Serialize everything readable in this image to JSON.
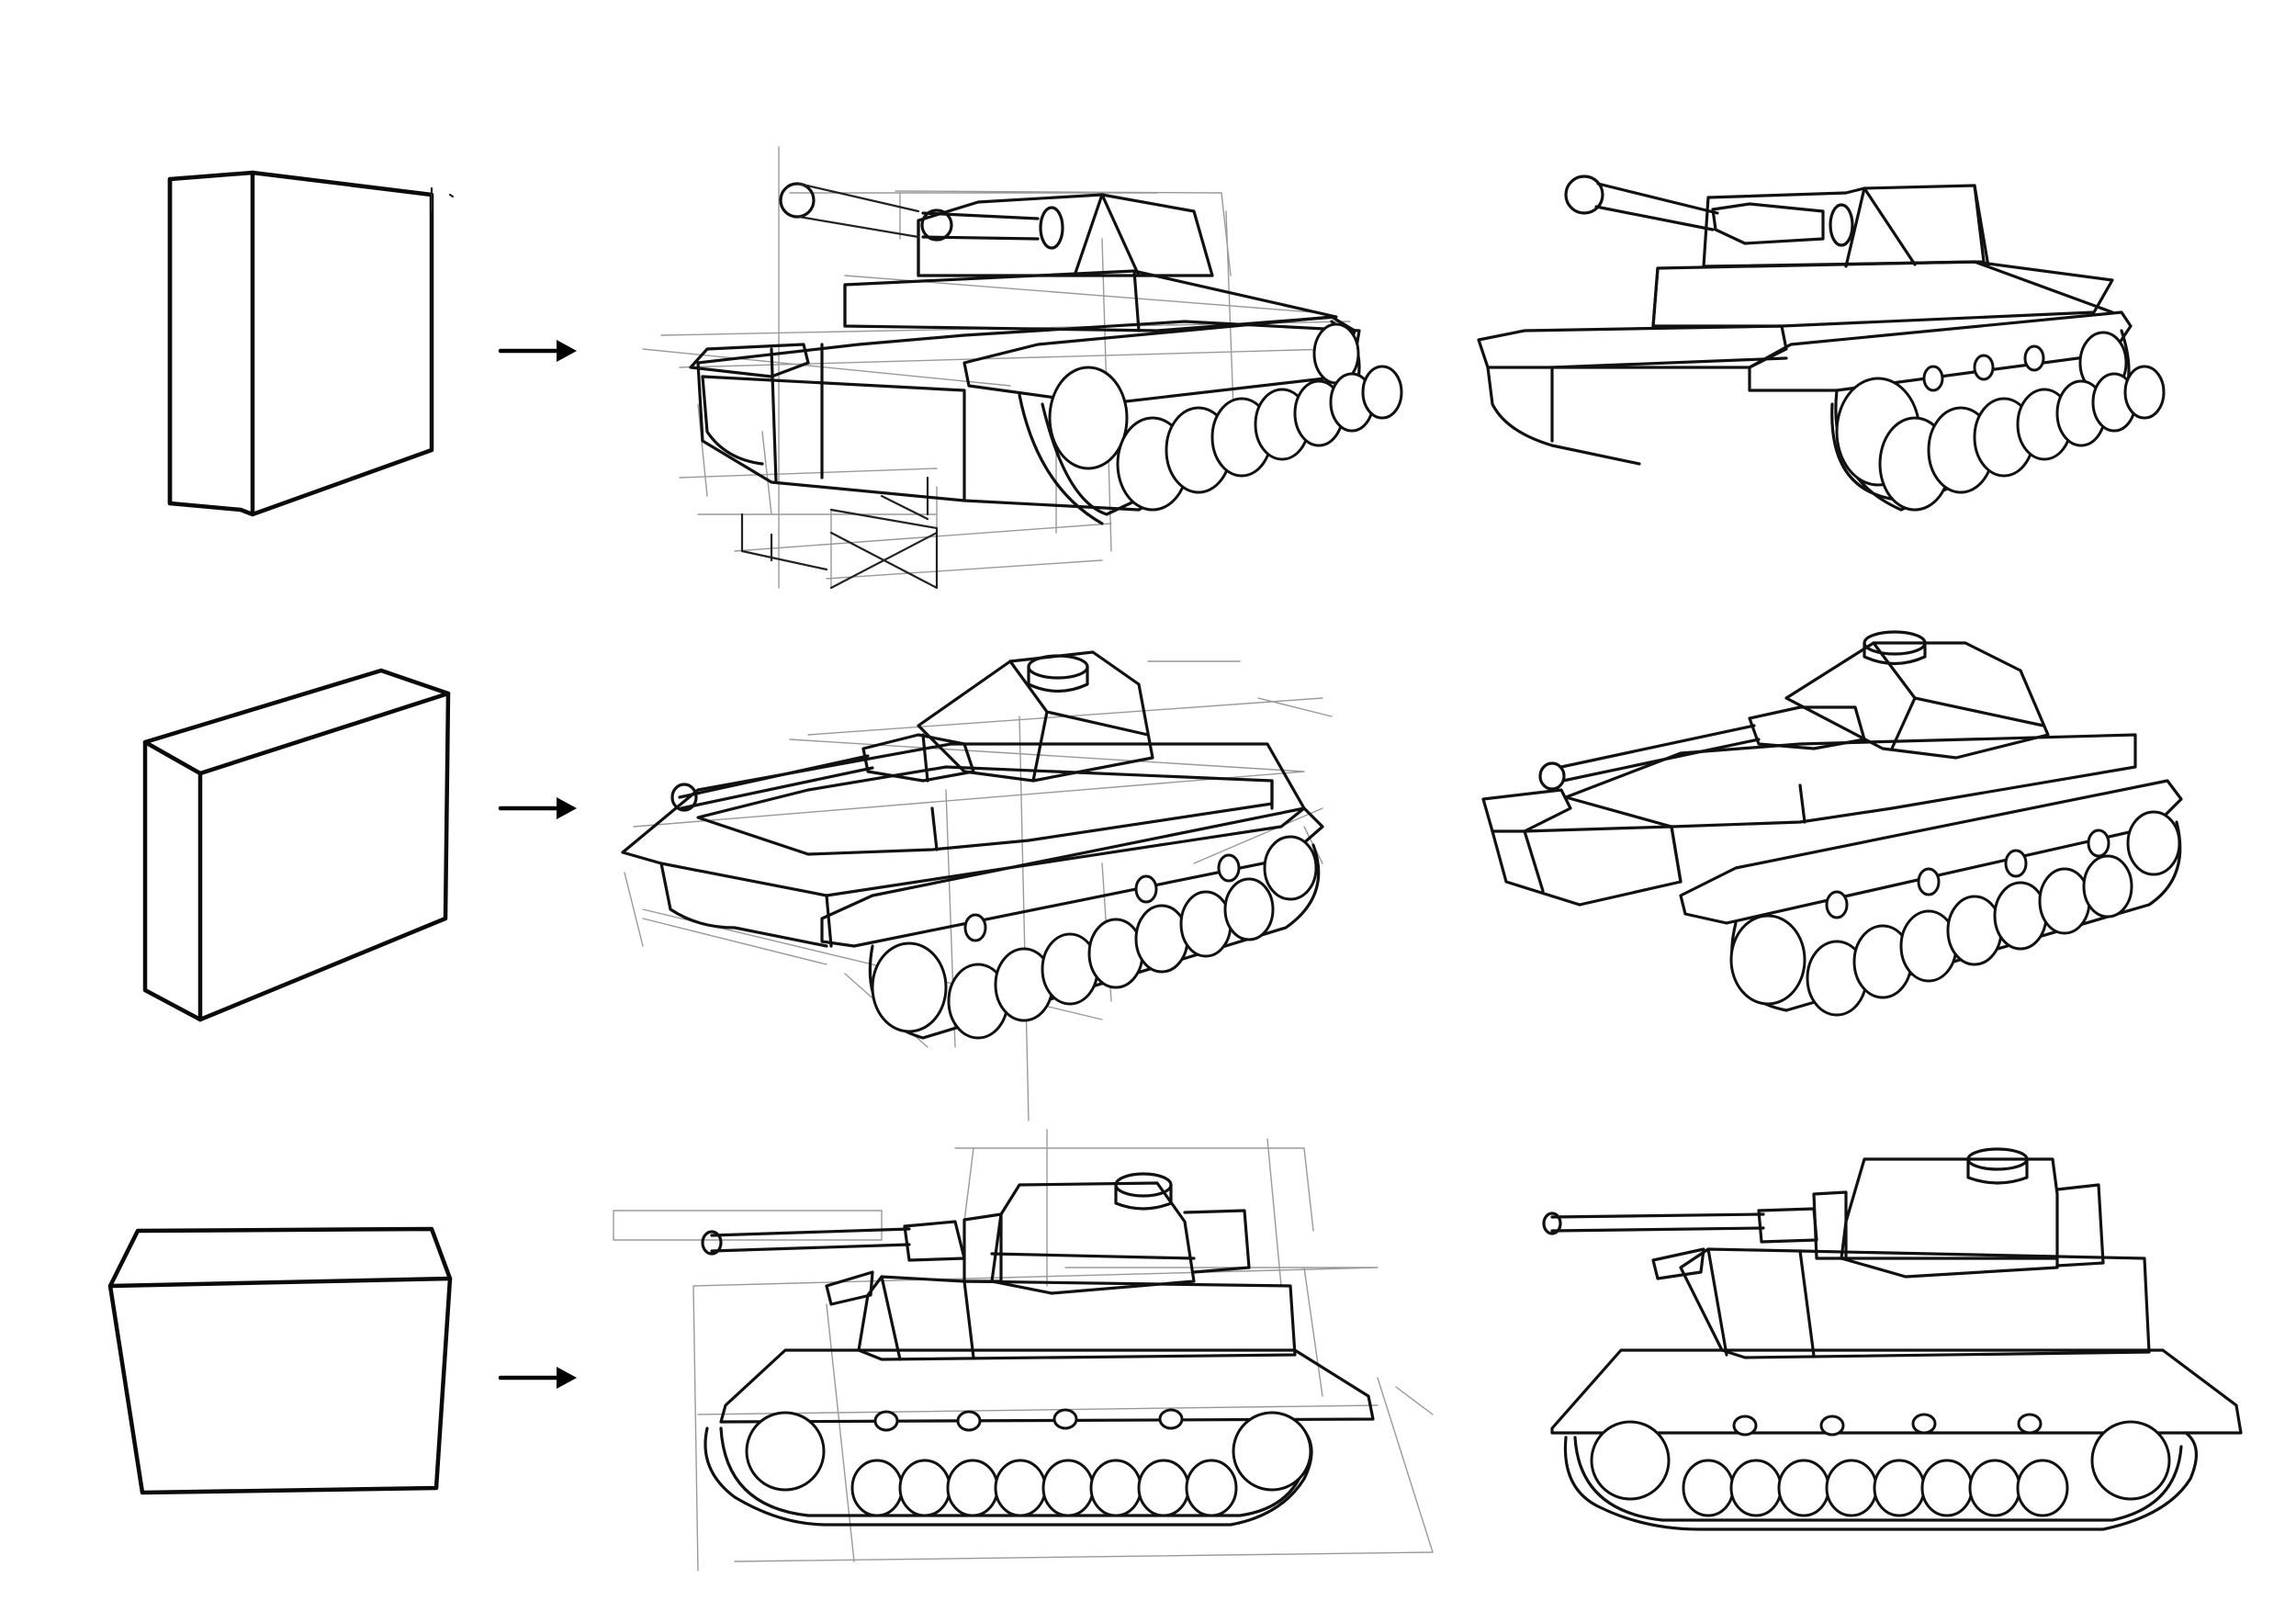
{
  "sheet": {
    "background": "#ffffff",
    "ink": "#111111",
    "guide_ink": "#9a9a9a"
  },
  "rows": [
    {
      "row": 1,
      "box": "tall-narrow-box",
      "arrow": "arrow-right-icon",
      "construction": "tank-construction-sketch",
      "final": "tank-clean-lineart"
    },
    {
      "row": 2,
      "box": "wide-box",
      "arrow": "arrow-right-icon",
      "construction": "tank-construction-sketch",
      "final": "tank-clean-lineart"
    },
    {
      "row": 3,
      "box": "front-facing-box",
      "arrow": "arrow-right-icon",
      "construction": "tank-construction-sketch",
      "final": "tank-clean-lineart"
    }
  ]
}
